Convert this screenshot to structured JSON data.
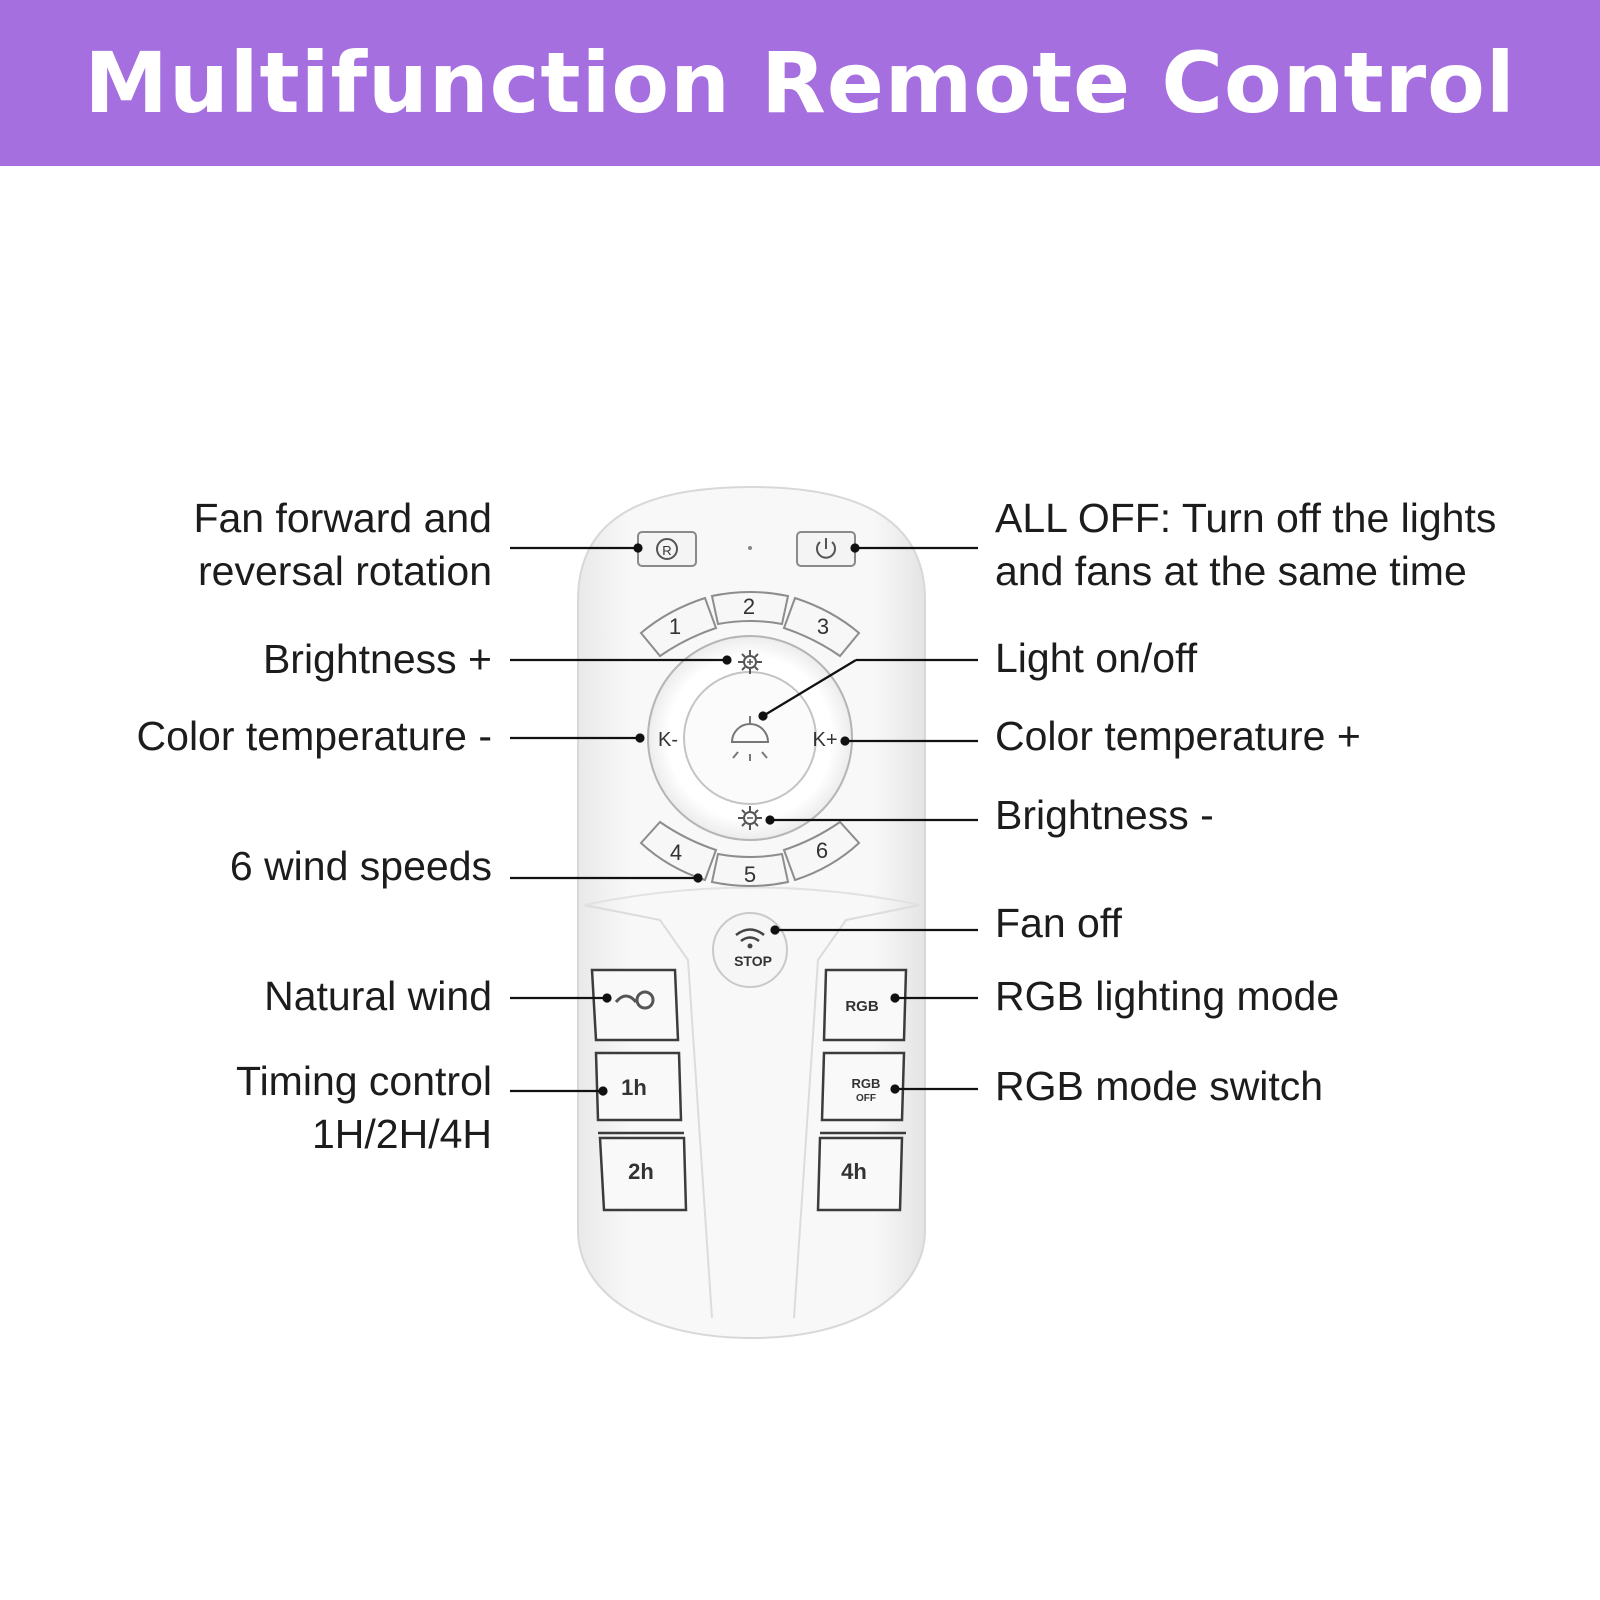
{
  "header": {
    "title": "Multifunction Remote Control",
    "background": "#a66fe0"
  },
  "labels": {
    "fan_reverse": [
      "Fan forward and",
      "reversal rotation"
    ],
    "brightness_up": "Brightness +",
    "color_temp_down": "Color temperature -",
    "wind_speeds": "6 wind speeds",
    "natural_wind": "Natural wind",
    "timing": [
      "Timing control",
      "1H/2H/4H"
    ],
    "all_off": [
      "ALL OFF: Turn off the lights",
      "and fans at the same time"
    ],
    "light_onoff": "Light on/off",
    "color_temp_up": "Color temperature +",
    "brightness_down": "Brightness -",
    "fan_off": "Fan off",
    "rgb_lighting": "RGB lighting mode",
    "rgb_switch": "RGB mode switch"
  },
  "remote": {
    "speed_buttons": [
      "1",
      "2",
      "3",
      "4",
      "5",
      "6"
    ],
    "k_minus": "K-",
    "k_plus": "K+",
    "stop_label": "STOP",
    "rgb": "RGB",
    "rgb_off": [
      "RGB",
      "OFF"
    ],
    "timer_1h": "1h",
    "timer_2h": "2h",
    "timer_4h": "4h",
    "icons": [
      "reverse-rotation-icon",
      "power-icon",
      "brightness-up-icon",
      "light-bulb-icon",
      "brightness-down-icon",
      "fan-stop-icon",
      "natural-wind-icon"
    ]
  }
}
